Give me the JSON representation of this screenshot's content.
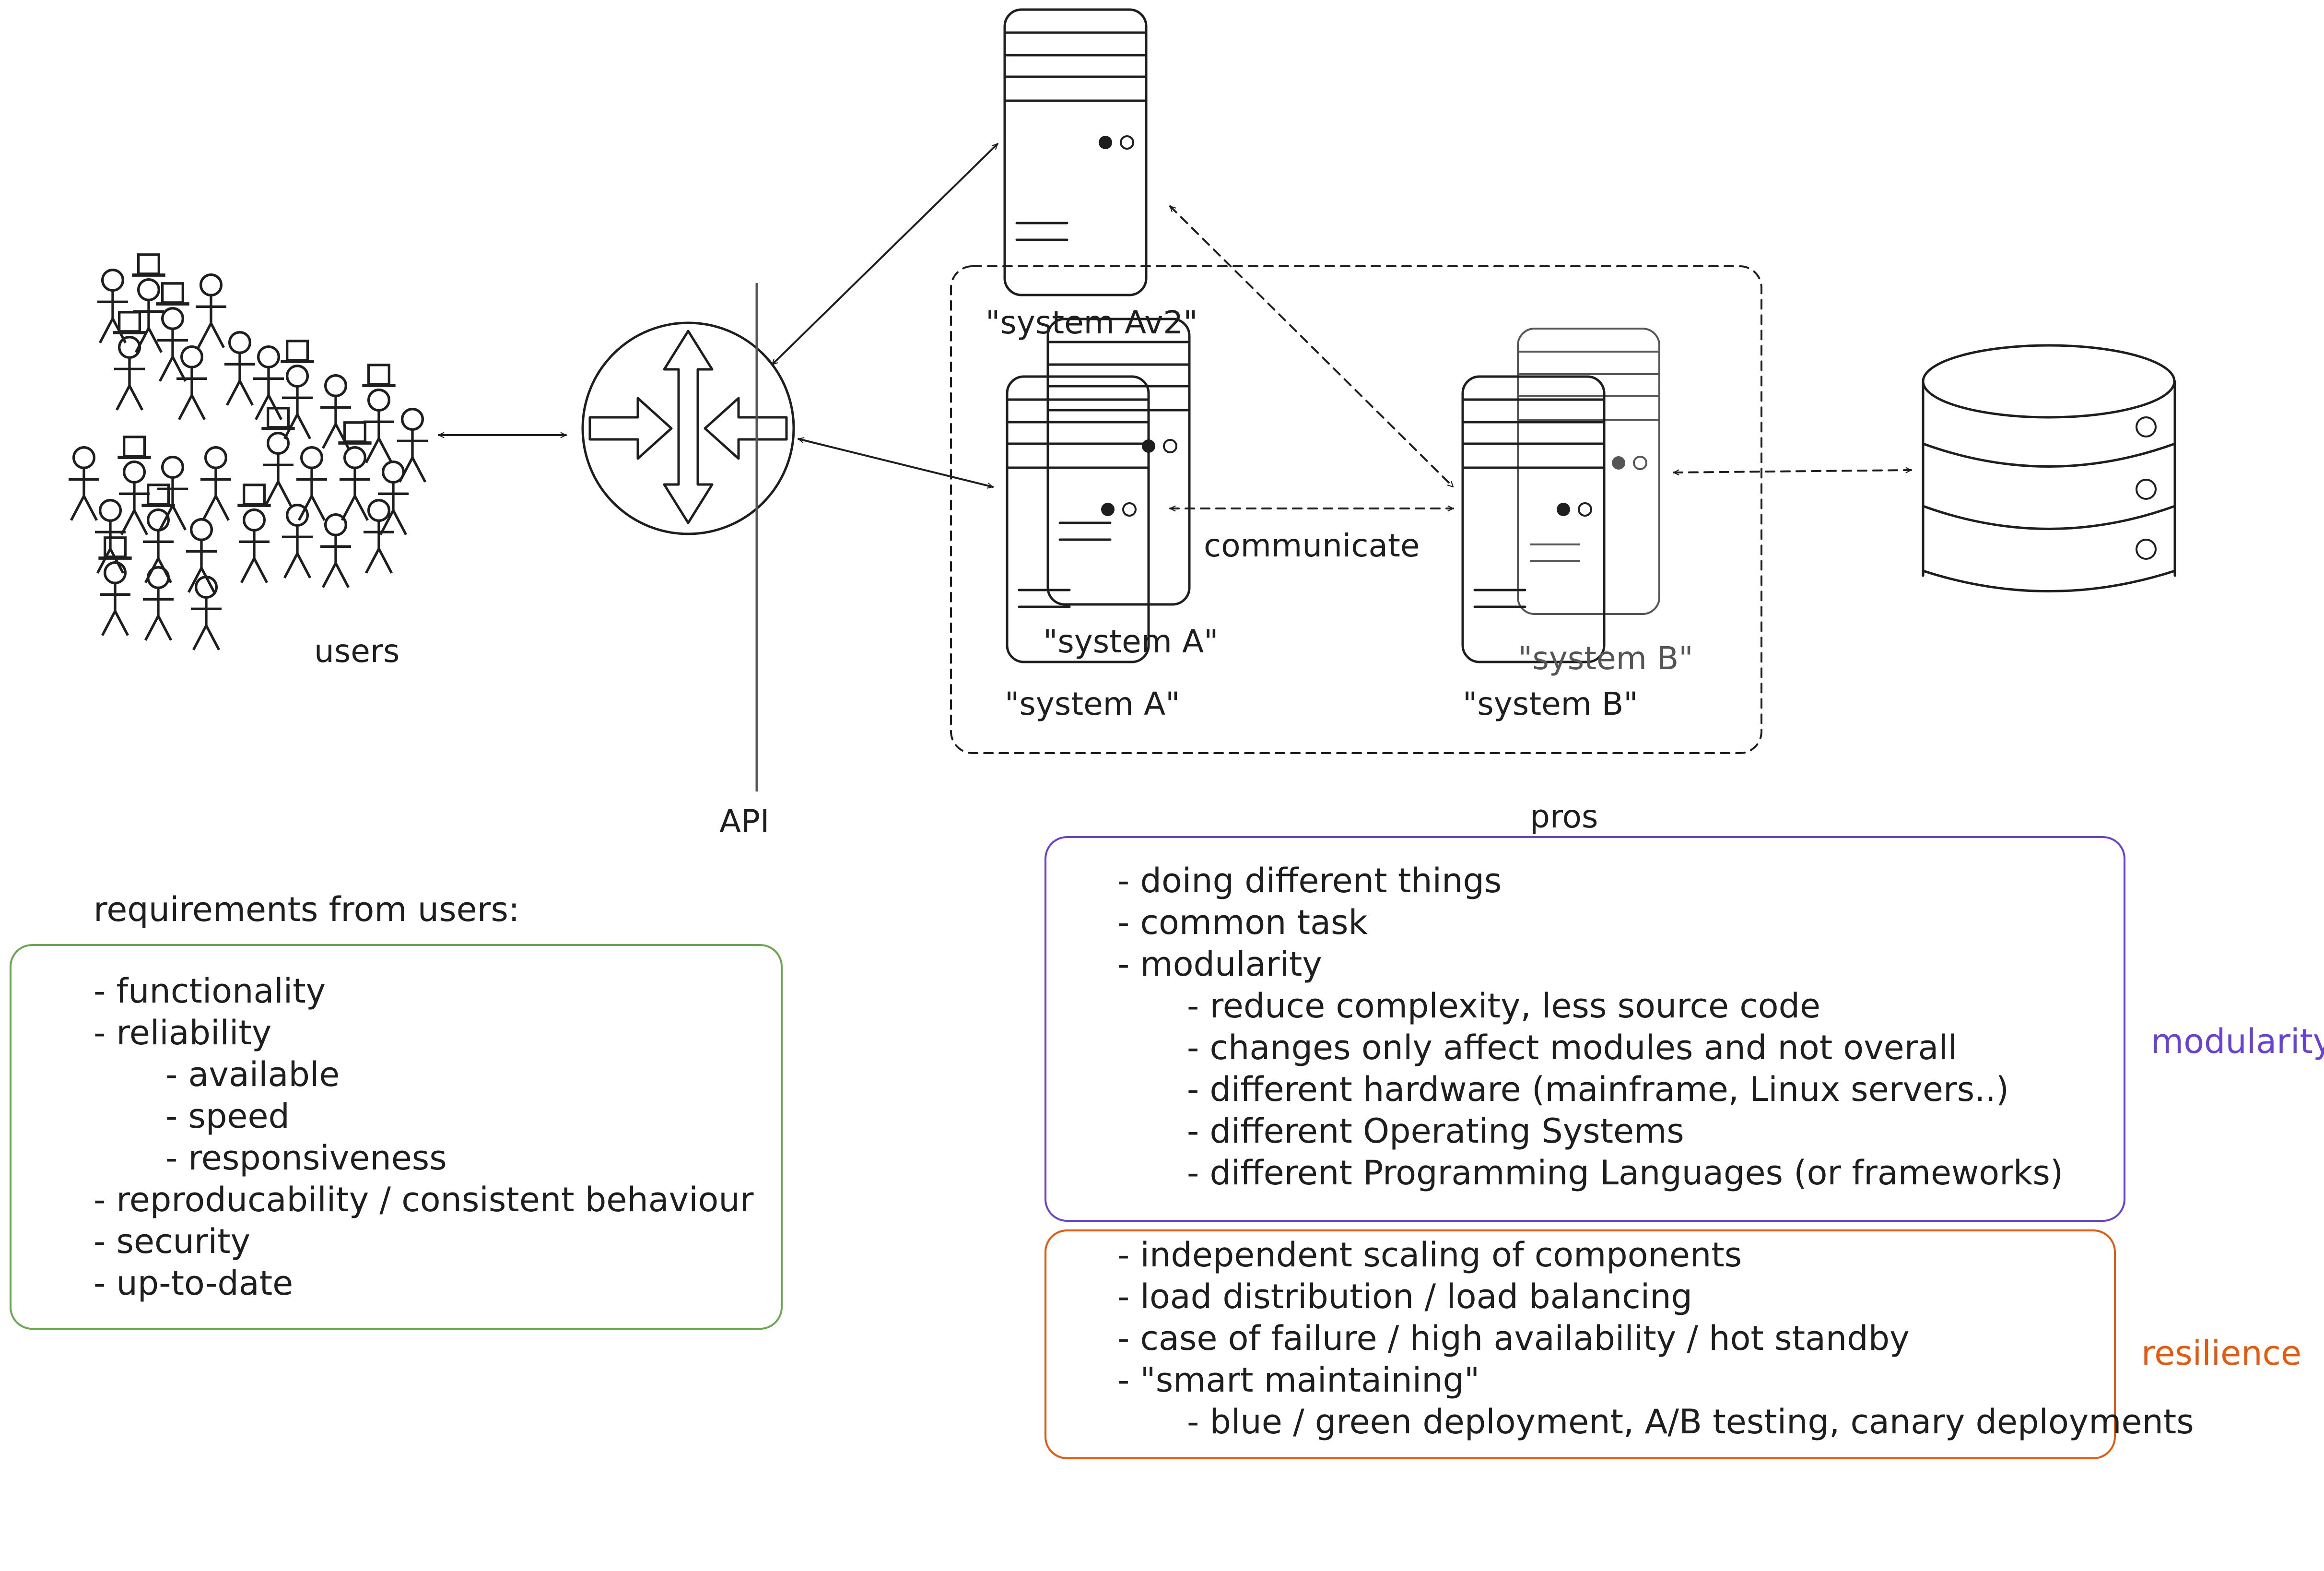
{
  "colors": {
    "ink": "#1e1e1e",
    "requirements_box": "#6aa84f",
    "modularity": "#6741d9",
    "resilience": "#e8590c",
    "ghost_text": "#555555"
  },
  "labels": {
    "users": "users",
    "api": "API",
    "communicate": "communicate",
    "system_a_v2": "\"system Av2\"",
    "system_a_front": "\"system A\"",
    "system_a_back": "\"system A\"",
    "system_b_front": "\"system B\"",
    "system_b_back": "\"system B\"",
    "pros": "pros",
    "modularity_tag": "modularity",
    "resilience_tag": "resilience"
  },
  "requirements": {
    "title": "requirements from users:",
    "items": [
      "- functionality",
      "- reliability",
      "- available",
      "- speed",
      "- responsiveness",
      "- reproducability / consistent behaviour",
      "- security",
      "- up-to-date"
    ]
  },
  "modularity": {
    "items": [
      "- doing different things",
      "- common task",
      "- modularity",
      "- reduce complexity, less source code",
      "- changes only affect modules and not overall",
      "- different hardware (mainframe, Linux servers..)",
      "- different Operating Systems",
      "- different Programming Languages (or frameworks)"
    ]
  },
  "resilience": {
    "items": [
      "- independent scaling of components",
      "- load distribution / load balancing",
      "- case of failure / high availability / hot standby",
      "- \"smart maintaining\"",
      "- blue / green deployment, A/B testing, canary deployments"
    ]
  },
  "icons": {
    "users": "stick-figure-crowd-icon",
    "router": "router-icon",
    "server": "server-tower-icon",
    "database": "database-cylinder-icon"
  }
}
